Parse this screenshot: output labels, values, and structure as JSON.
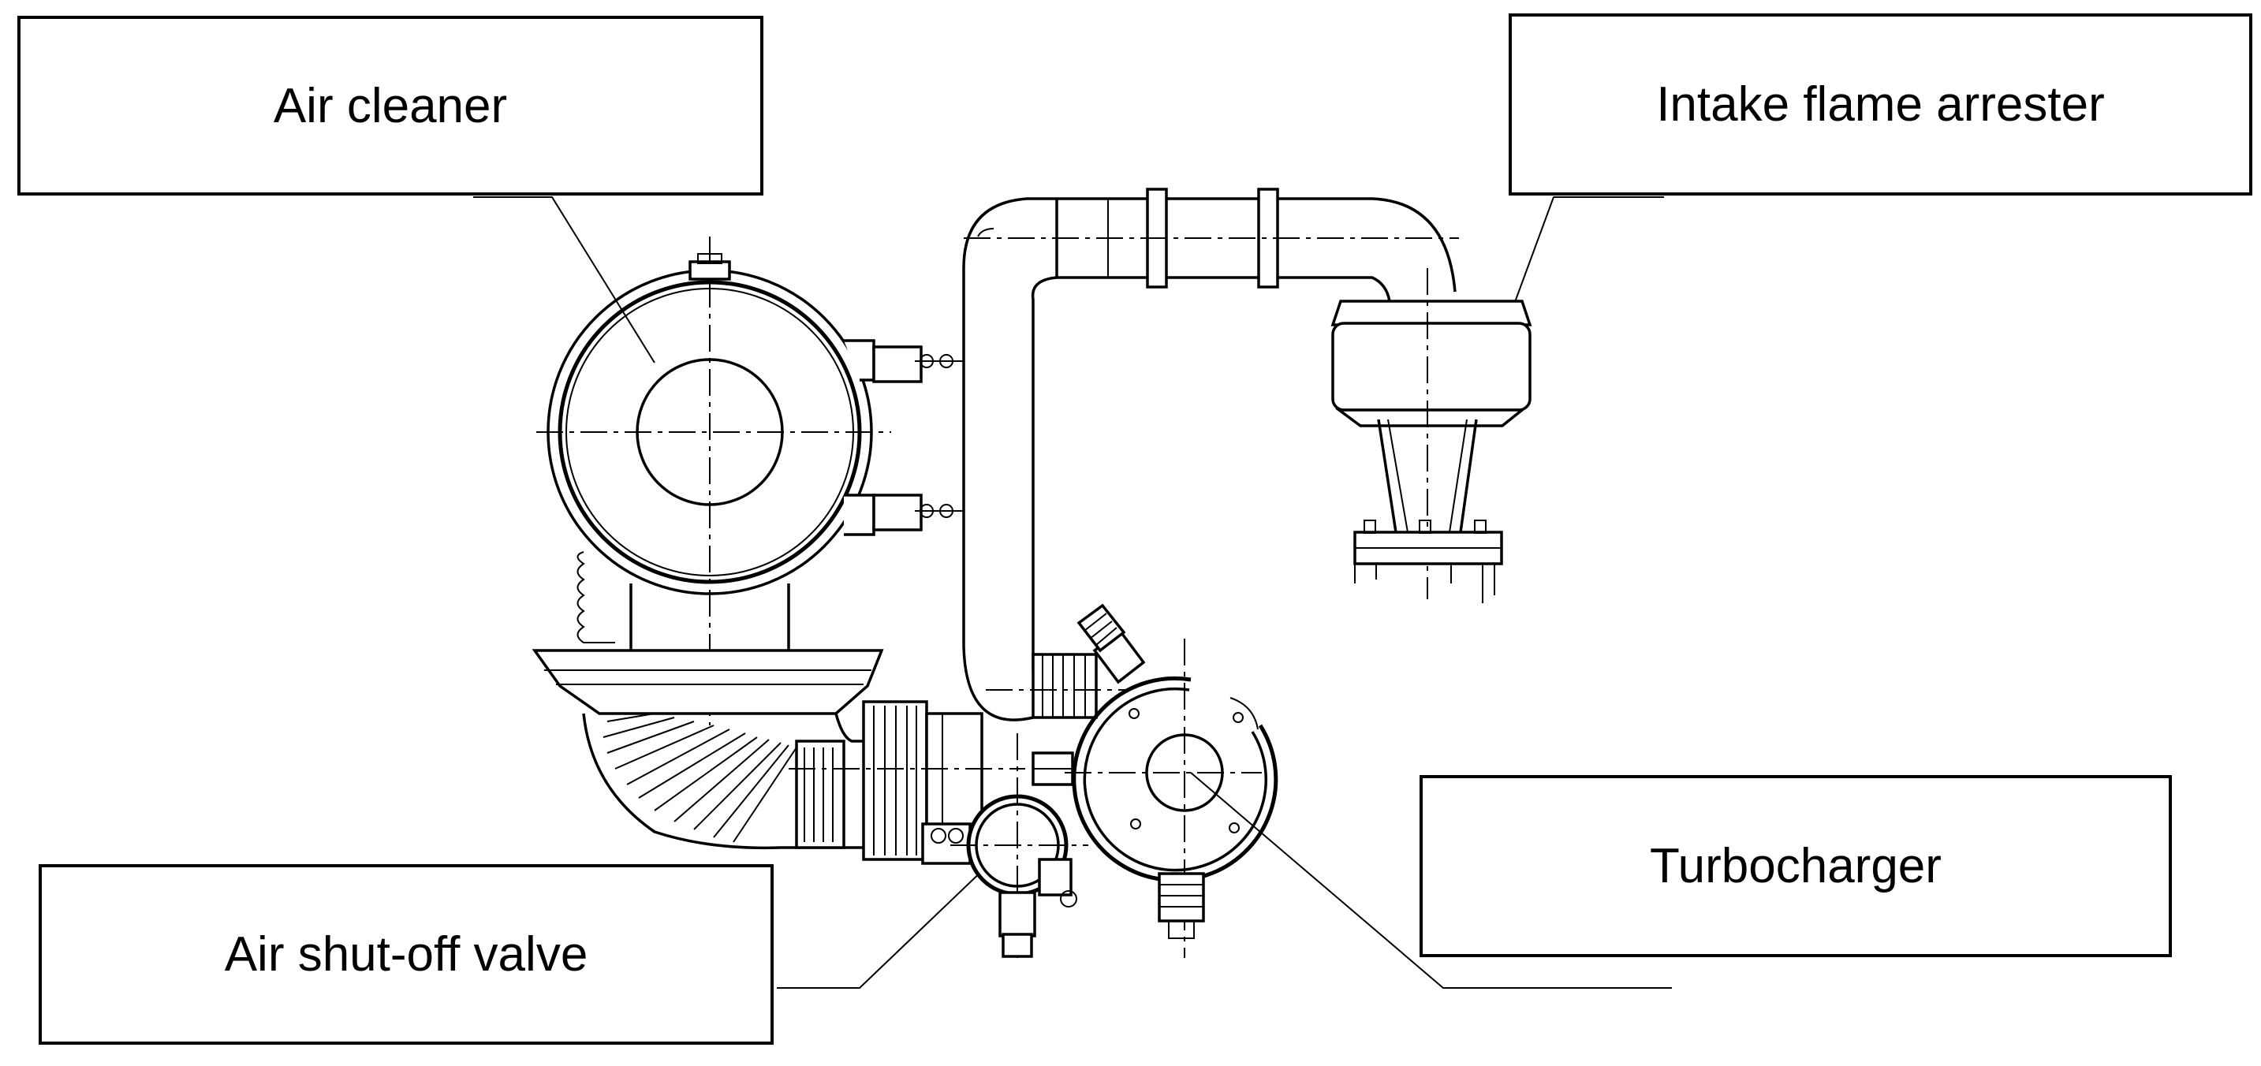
{
  "labels": {
    "air_cleaner": "Air cleaner",
    "intake_flame_arrester": "Intake flame arrester",
    "turbocharger": "Turbocharger",
    "air_shutoff_valve": "Air shut-off valve"
  },
  "colors": {
    "line": "#000000",
    "background": "#ffffff"
  }
}
